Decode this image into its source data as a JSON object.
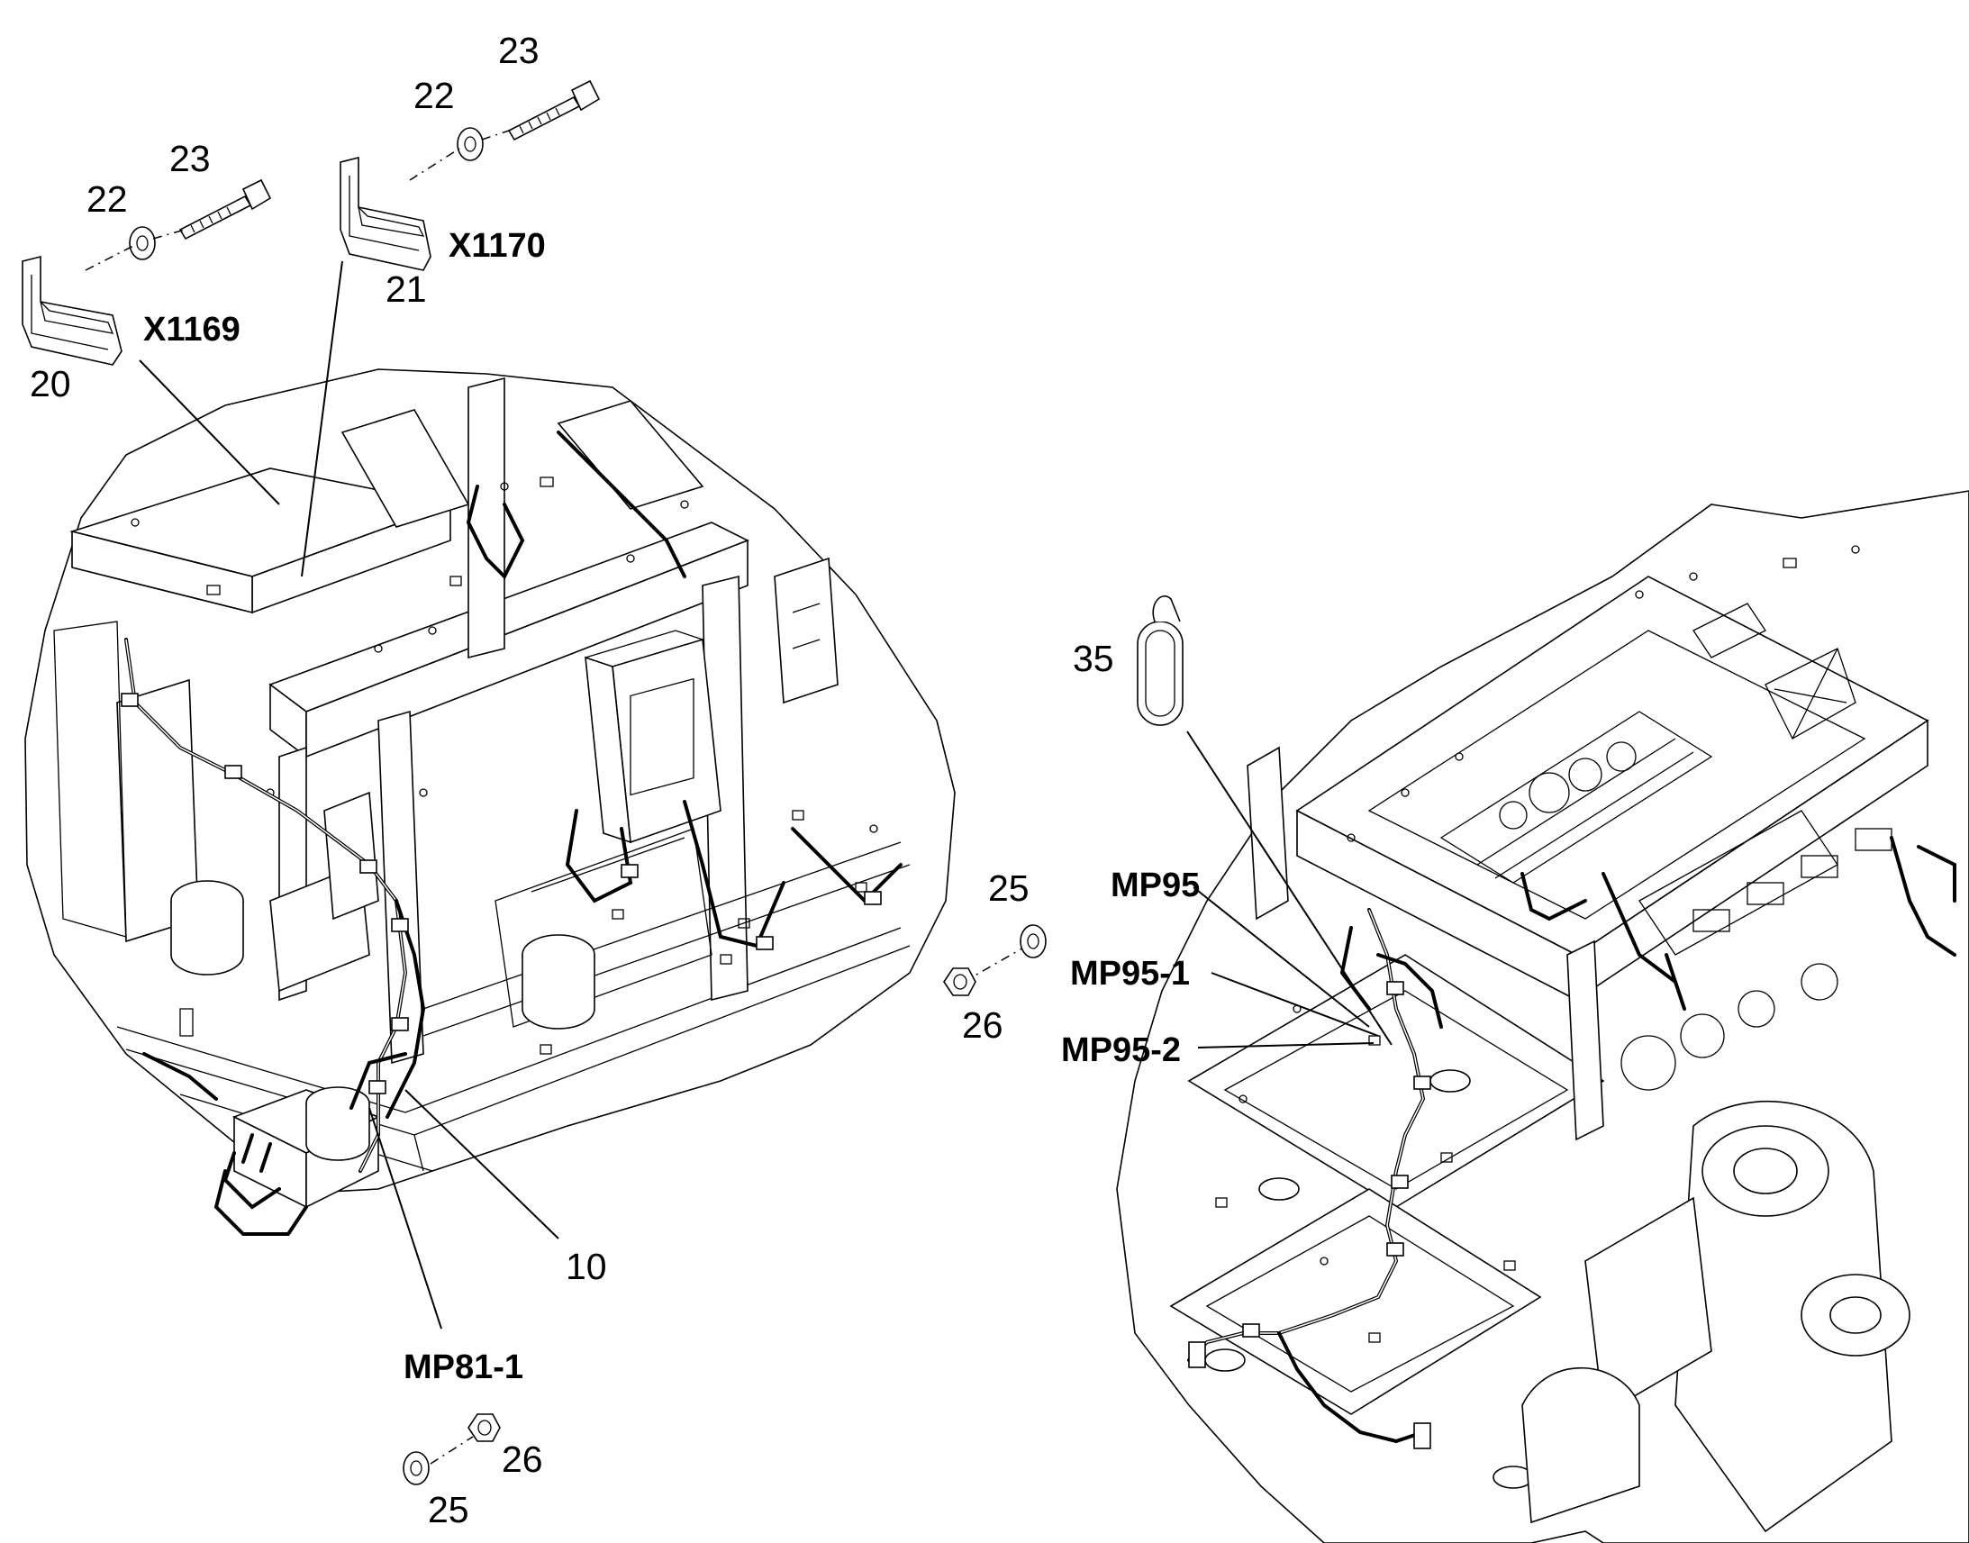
{
  "callouts": {
    "c23a": "23",
    "c22a": "22",
    "c23b": "23",
    "c22b": "22",
    "c21": "21",
    "c20": "20",
    "x1170": "X1170",
    "x1169": "X1169",
    "c10": "10",
    "mp81_1": "MP81-1",
    "c26a": "26",
    "c25a": "25",
    "c25b": "25",
    "c26b": "26",
    "c35": "35",
    "mp95": "MP95",
    "mp95_1": "MP95-1",
    "mp95_2": "MP95-2"
  }
}
